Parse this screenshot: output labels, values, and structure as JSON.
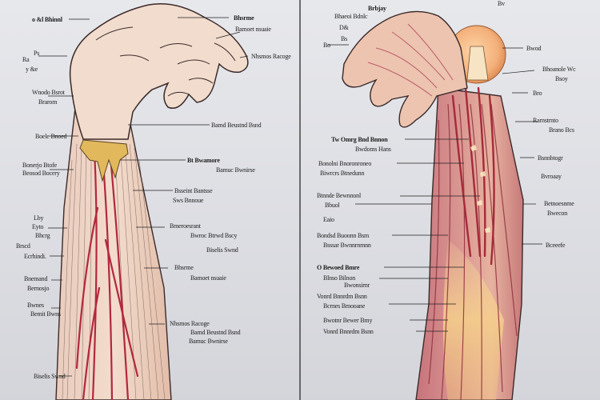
{
  "panels": {
    "left": {
      "labels": [
        "o &l Bhinnl",
        "Ra",
        "y &e",
        "Ps",
        "Wnodo Bsrot",
        "Brarom",
        "Bonerjo Btofe",
        "Lby",
        "Eyto",
        "Bhcrg",
        "Beosod Bocery",
        "Boele Bnoed",
        "Brscd",
        "Ecrhindi.",
        "Bnemand",
        "Bernosjo",
        "Bwnes",
        "Bemit Bwns",
        "Biselis Swnd",
        "Bhsrme",
        "Bamoet nsuaie",
        "Nhsmos Racoge",
        "Bamd Beustnd Bsnd",
        "Bt Bwamore",
        "Bamuc Bwnirse",
        "Bsseint Bantsse",
        "Sws Bnnoue",
        "Bmeroesrant",
        "Bwroc Btrwd Bscy"
      ]
    },
    "right": {
      "labels": [
        "Brbjay",
        "Bhaeoi Bdnlc",
        "D&",
        "Bo",
        "Bs",
        "Bv",
        "Bwod",
        "Bhoanole Wc",
        "Bsoy",
        "Bro",
        "Rarnstrnto",
        "Brano Bcs",
        "Bsnnbtogr",
        "Bvroaay",
        "Betnoesnme",
        "Bwecon",
        "Bceeefe",
        "Tw Omrg Bnd Bnnon",
        "Bwdoms Hans",
        "Bonolni Bnoronroneo",
        "Biwrcrs Btnedunn",
        "Btnnde Bewnnonl",
        "Bbuol",
        "Eaio",
        "Bondsd Buoonn Bsm",
        "Bsssar Bwnnrnmnn",
        "O Bewoed Bmre",
        "Blnso Bilnon",
        "Bwonsirnr",
        "Vonrd Bnnrdm Bsnn",
        "Bcrnes Bmooane",
        "Bwotnr Bewer Bmy"
      ]
    }
  },
  "colors": {
    "background": "#e2e3e7",
    "skin_light": "#f3d8c4",
    "skin_dark": "#e4b39a",
    "muscle": "#b5485a",
    "vessel": "#b2283c",
    "outline": "#3b2a2a",
    "leader_line": "#222222",
    "divider": "#444444"
  }
}
